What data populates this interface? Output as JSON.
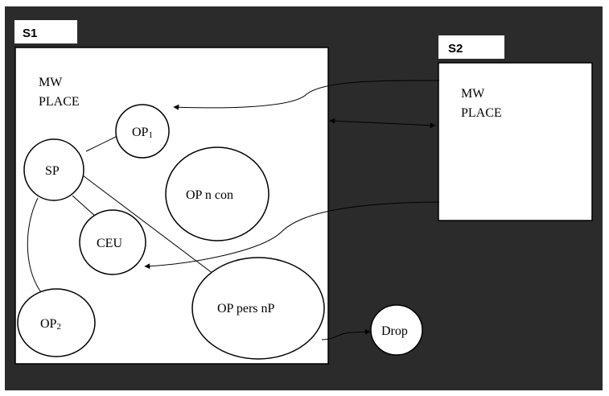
{
  "diagram": {
    "s1": {
      "label": "S1",
      "place_line1": "MW",
      "place_line2": "PLACE"
    },
    "s2": {
      "label": "S2",
      "place_line1": "MW",
      "place_line2": "PLACE"
    },
    "nodes": {
      "op1": {
        "text": "OP",
        "subscript": "1"
      },
      "sp": {
        "text": "SP"
      },
      "op_n_con": {
        "text": "OP n con"
      },
      "ceu": {
        "text": "CEU"
      },
      "op2": {
        "text": "OP",
        "subscript": "2"
      },
      "op_pers_np": {
        "text": "OP pers nP"
      },
      "drop": {
        "text": "Drop"
      }
    }
  }
}
